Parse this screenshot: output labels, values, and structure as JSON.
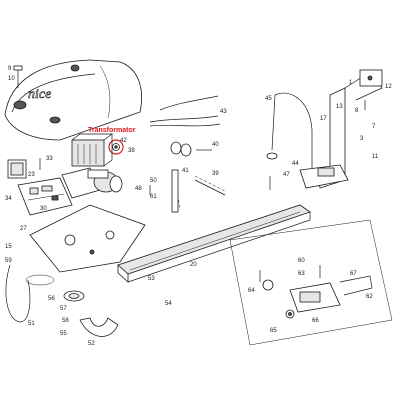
{
  "callout": {
    "label": "Transformator",
    "color": "#e01818",
    "highlight_part": "42"
  },
  "brand_logo": "nice",
  "part_numbers": {
    "n20": "20",
    "n34": "34",
    "n39": "39",
    "n40": "40",
    "n41": "41",
    "n42": "42",
    "n43": "43",
    "n44": "44",
    "n45": "45",
    "n47": "47",
    "n48": "48",
    "n50": "50",
    "n51": "51",
    "n52": "52",
    "n53": "53",
    "n54": "54",
    "n55": "55",
    "n56": "56",
    "n57": "57",
    "n58": "58",
    "n59": "59",
    "n60": "60",
    "n61": "61",
    "n62": "62",
    "n63": "63",
    "n64": "64",
    "n65": "65",
    "n66": "66",
    "n67": "67",
    "n1": "1",
    "n3": "3",
    "n7": "7",
    "n8": "8",
    "n11": "11",
    "n12": "12",
    "n13": "13",
    "n15": "15",
    "n17": "17",
    "n23": "23",
    "n27": "27",
    "n30": "30",
    "n33": "33",
    "n38": "38"
  }
}
